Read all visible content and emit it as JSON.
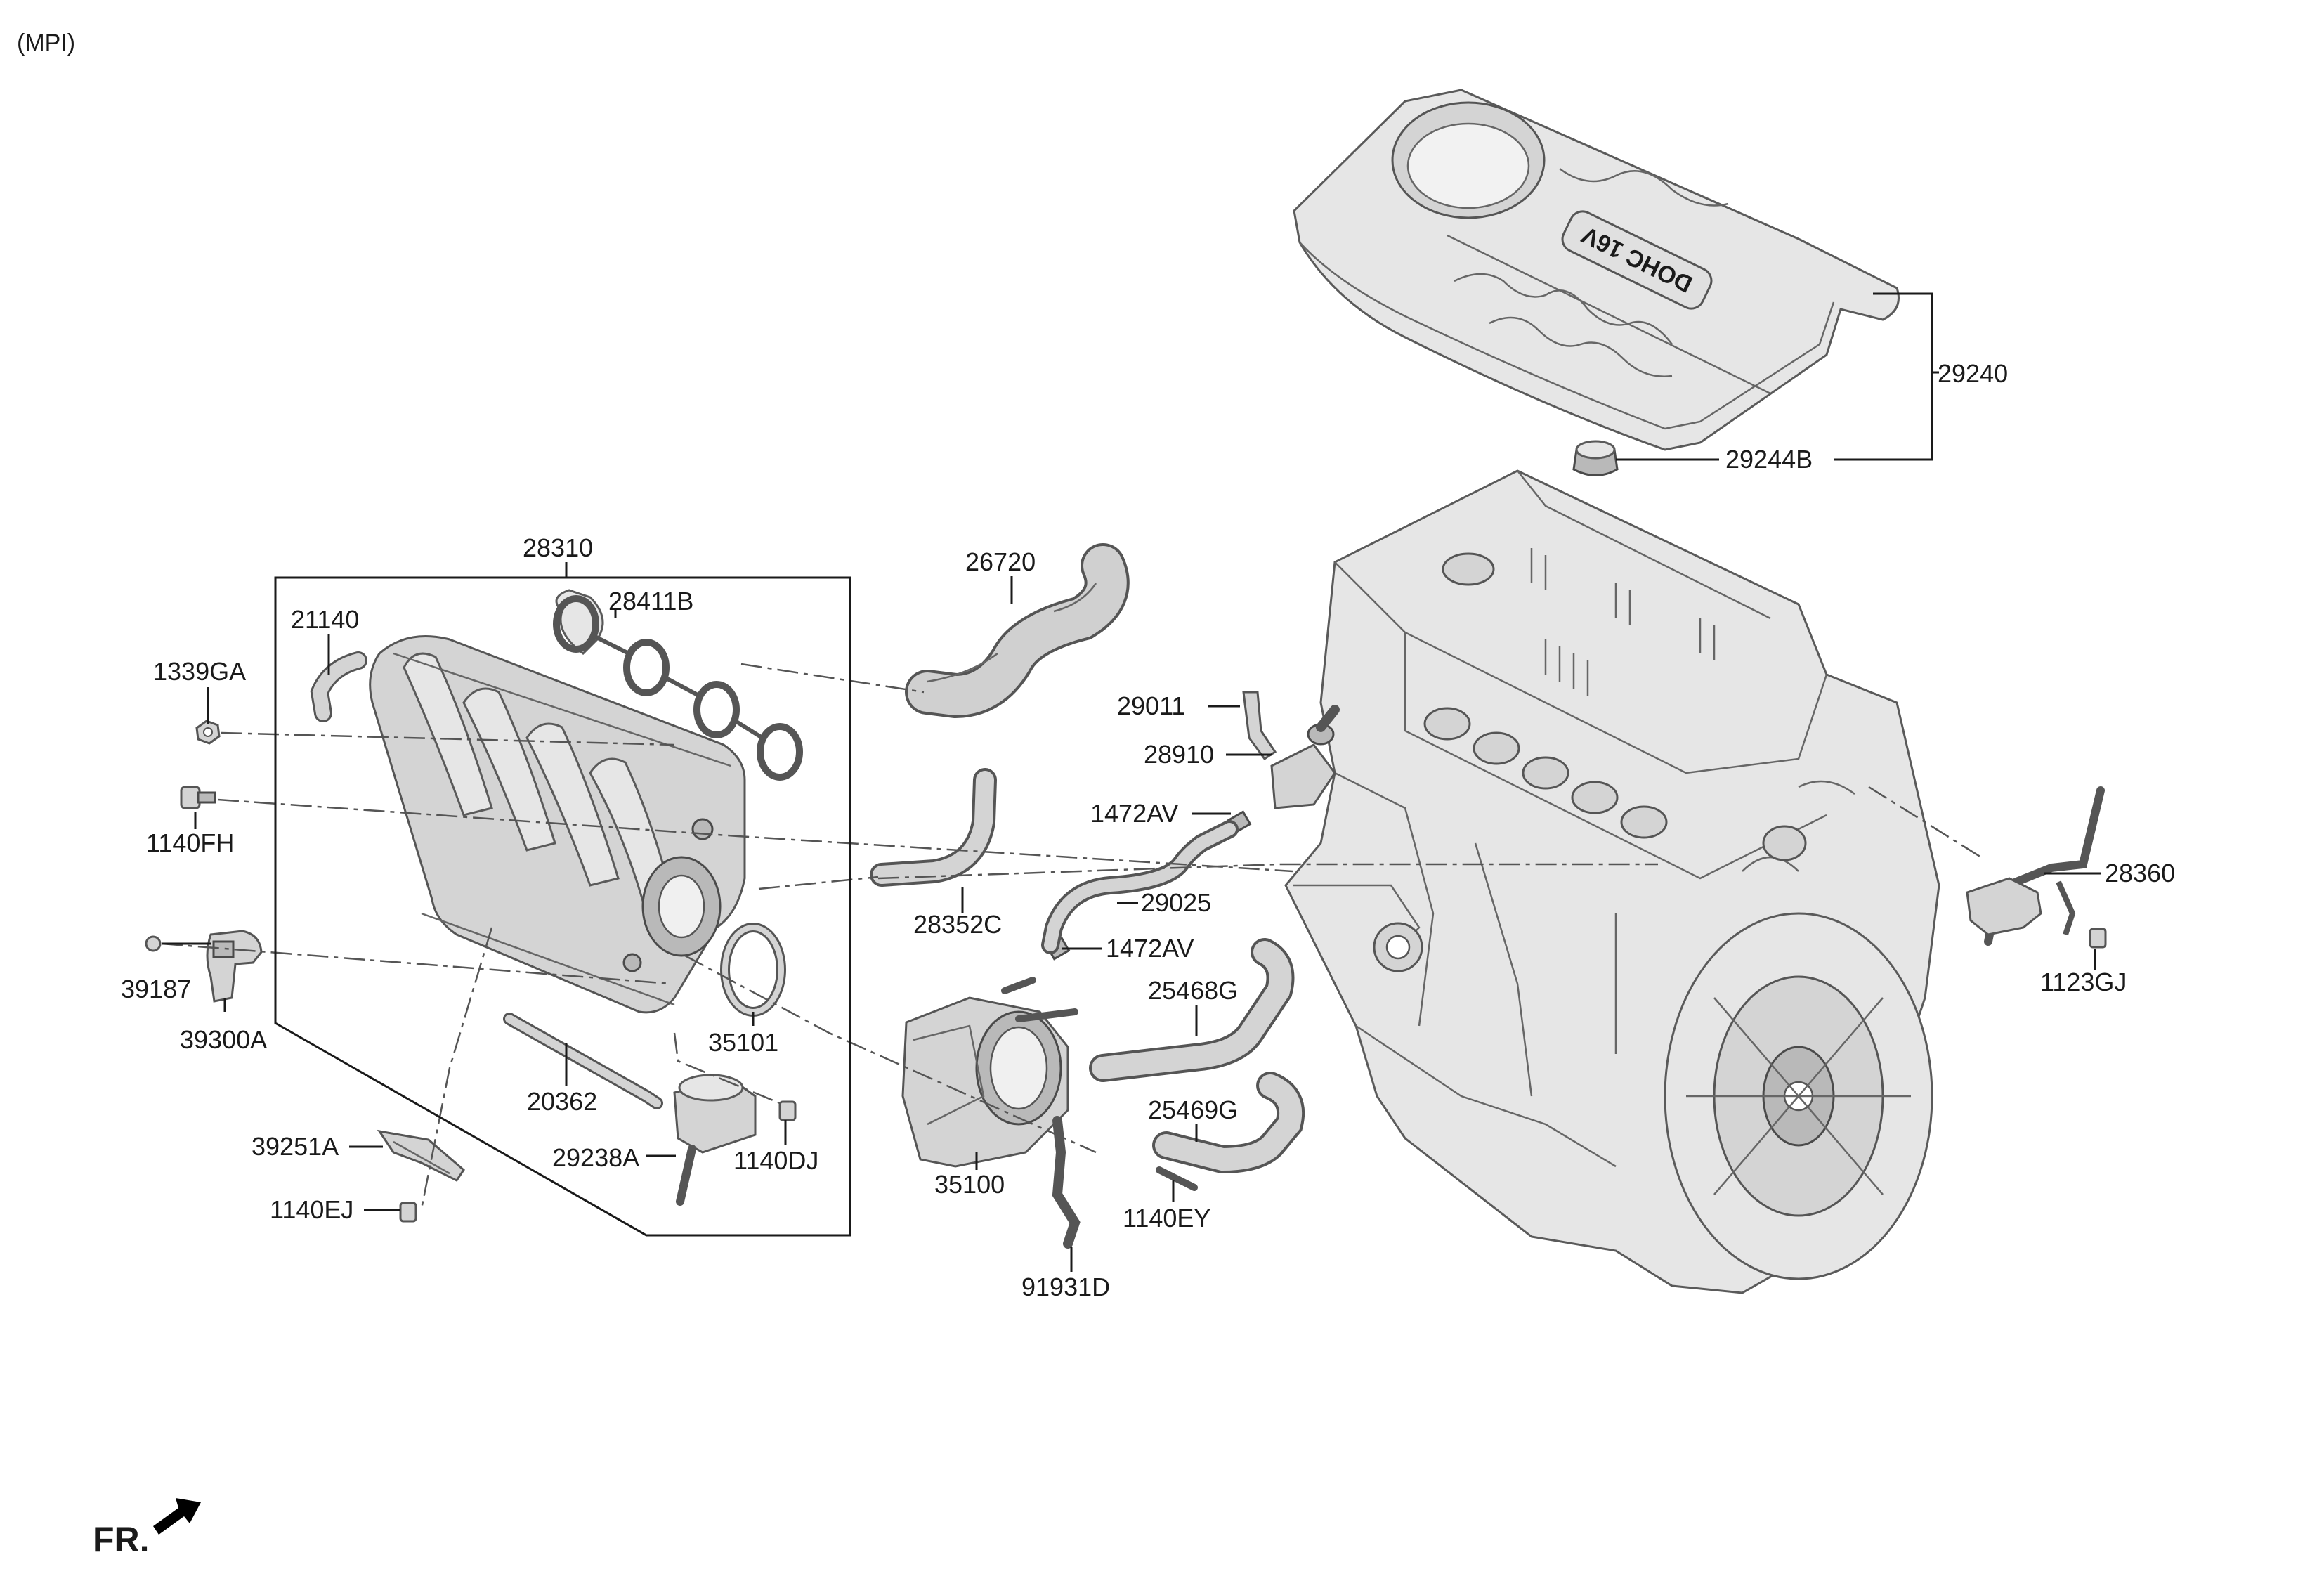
{
  "header": {
    "variant": "(MPI)"
  },
  "orientation": {
    "label": "FR."
  },
  "parts": {
    "p29240": "29240",
    "p29244B": "29244B",
    "p28310": "28310",
    "p26720": "26720",
    "p21140": "21140",
    "p28411B": "28411B",
    "p1339GA": "1339GA",
    "p29011": "29011",
    "p28910": "28910",
    "p1472AV_a": "1472AV",
    "p1140FH": "1140FH",
    "p28352C": "28352C",
    "p29025": "29025",
    "p28360": "28360",
    "p1472AV_b": "1472AV",
    "p1123GJ": "1123GJ",
    "p39187": "39187",
    "p25468G": "25468G",
    "p39300A": "39300A",
    "p35101": "35101",
    "p20362": "20362",
    "p25469G": "25469G",
    "p39251A": "39251A",
    "p29238A": "29238A",
    "p1140DJ": "1140DJ",
    "p35100": "35100",
    "p1140EJ": "1140EJ",
    "p1140EY": "1140EY",
    "p91931D": "91931D"
  }
}
